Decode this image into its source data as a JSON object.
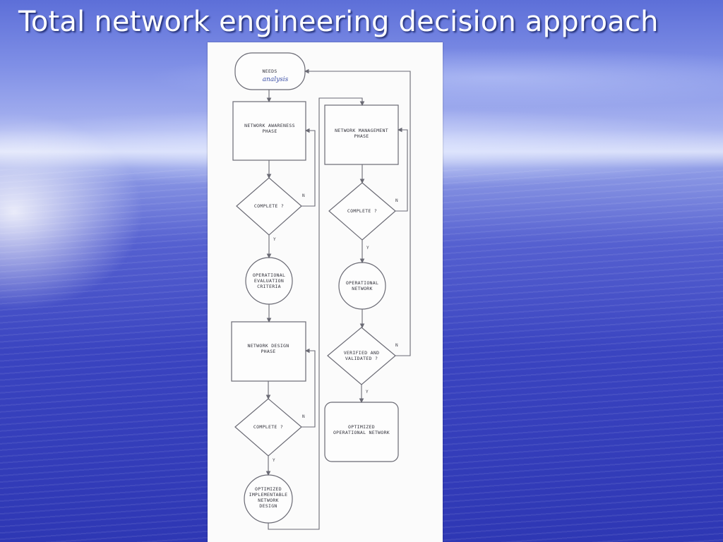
{
  "slide": {
    "title": "Total network engineering decision approach"
  },
  "flowchart": {
    "needs": {
      "label": "NEEDS",
      "handwritten": "analysis"
    },
    "awareness": {
      "label": "NETWORK AWARENESS\nPHASE"
    },
    "complete_1": {
      "label": "COMPLETE ?"
    },
    "criteria": {
      "label": "OPERATIONAL\nEVALUATION\nCRITERIA"
    },
    "design": {
      "label": "NETWORK DESIGN\nPHASE"
    },
    "complete_2": {
      "label": "COMPLETE ?"
    },
    "implementable": {
      "label": "OPTIMIZED\nIMPLEMENTABLE\nNETWORK\nDESIGN"
    },
    "management": {
      "label": "NETWORK MANAGEMENT\nPHASE"
    },
    "complete_3": {
      "label": "COMPLETE ?"
    },
    "operational": {
      "label": "OPERATIONAL\nNETWORK"
    },
    "verified": {
      "label": "VERIFIED AND\nVALIDATED ?"
    },
    "final": {
      "label": "OPTIMIZED\nOPERATIONAL NETWORK"
    },
    "yes_label": "Y",
    "no_label": "N"
  }
}
